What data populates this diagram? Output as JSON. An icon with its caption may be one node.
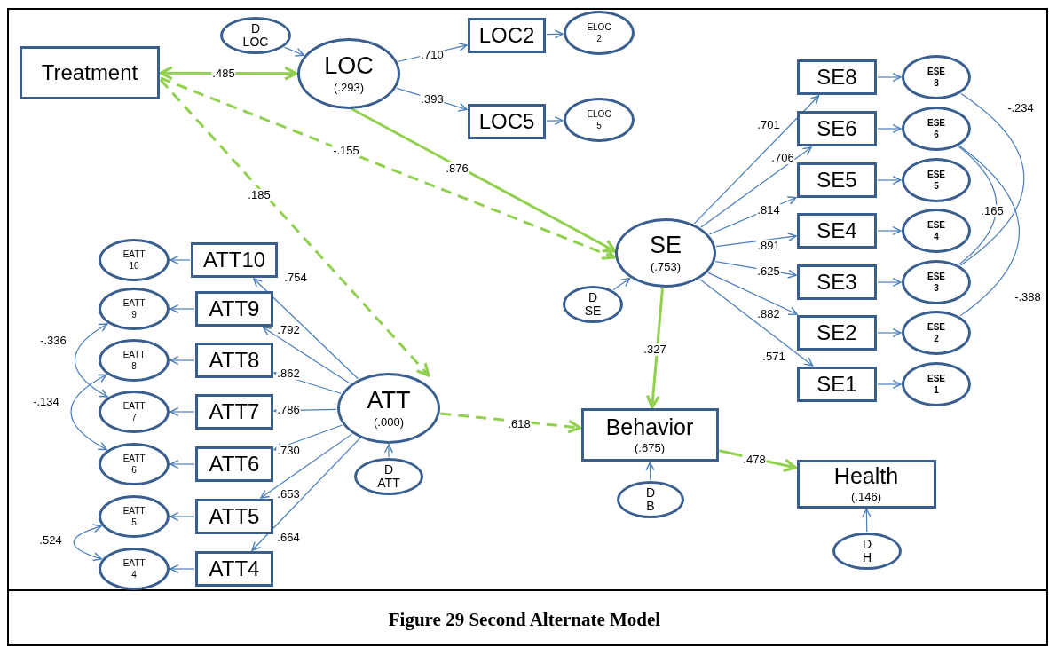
{
  "diagram": {
    "caption": "Figure 29 Second Alternate Model",
    "nodes": [
      {
        "text": [
          "D LOC"
        ]
      },
      {
        "text": [
          "Treatment"
        ]
      },
      {
        "text": [
          "LOC",
          "(.293)"
        ]
      },
      {
        "text": [
          "LOC2"
        ]
      },
      {
        "text": [
          "ELOC 2"
        ]
      },
      {
        "text": [
          "LOC5"
        ]
      },
      {
        "text": [
          "ELOC 5"
        ]
      },
      {
        "text": [
          "SE8"
        ]
      },
      {
        "text": [
          "ESE 8"
        ]
      },
      {
        "text": [
          "SE6"
        ]
      },
      {
        "text": [
          "ESE 6"
        ]
      },
      {
        "text": [
          "SE5"
        ]
      },
      {
        "text": [
          "ESE 5"
        ]
      },
      {
        "text": [
          "SE4"
        ]
      },
      {
        "text": [
          "ESE 4"
        ]
      },
      {
        "text": [
          "SE3"
        ]
      },
      {
        "text": [
          "ESE 3"
        ]
      },
      {
        "text": [
          "SE2"
        ]
      },
      {
        "text": [
          "ESE 2"
        ]
      },
      {
        "text": [
          "SE1"
        ]
      },
      {
        "text": [
          "ESE 1"
        ]
      },
      {
        "text": [
          "SE",
          "(.753)"
        ]
      },
      {
        "text": [
          "D SE"
        ]
      },
      {
        "text": [
          "EATT 10"
        ]
      },
      {
        "text": [
          "ATT10"
        ]
      },
      {
        "text": [
          "EATT 9"
        ]
      },
      {
        "text": [
          "ATT9"
        ]
      },
      {
        "text": [
          "EATT 8"
        ]
      },
      {
        "text": [
          "ATT8"
        ]
      },
      {
        "text": [
          "EATT 7"
        ]
      },
      {
        "text": [
          "ATT7"
        ]
      },
      {
        "text": [
          "EATT 6"
        ]
      },
      {
        "text": [
          "ATT6"
        ]
      },
      {
        "text": [
          "EATT 5"
        ]
      },
      {
        "text": [
          "ATT5"
        ]
      },
      {
        "text": [
          "EATT 4"
        ]
      },
      {
        "text": [
          "ATT4"
        ]
      },
      {
        "text": [
          "ATT",
          "(.000)"
        ]
      },
      {
        "text": [
          "D ATT"
        ]
      },
      {
        "text": [
          "Behavior",
          "(.675)"
        ]
      },
      {
        "text": [
          "D B"
        ]
      },
      {
        "text": [
          "Health",
          "(.146)"
        ]
      },
      {
        "text": [
          "D H"
        ]
      }
    ],
    "edges": [
      {
        "from": 1,
        "to": 2,
        "arrow": "both",
        "label": ".485",
        "style": "thick",
        "color": "#92d050"
      },
      {
        "from": 0,
        "to": 2,
        "arrow": "to"
      },
      {
        "from": 2,
        "to": 3,
        "arrow": "to",
        "label": ".710"
      },
      {
        "from": 2,
        "to": 5,
        "arrow": "to",
        "label": ".393"
      },
      {
        "from": 3,
        "to": 4,
        "arrow": "to"
      },
      {
        "from": 5,
        "to": 6,
        "arrow": "to"
      },
      {
        "from": 1,
        "to": 21,
        "arrow": "to",
        "label": "-.155",
        "style": "dashed",
        "color": "#92d050"
      },
      {
        "from": 2,
        "to": 21,
        "arrow": "to",
        "label": ".876",
        "style": "thick",
        "color": "#92d050"
      },
      {
        "from": 1,
        "to": 37,
        "arrow": "to",
        "label": ".185",
        "style": "dashed",
        "color": "#92d050"
      },
      {
        "from": 21,
        "to": 7,
        "arrow": "to",
        "label": ".701"
      },
      {
        "from": 21,
        "to": 9,
        "arrow": "to",
        "label": ".706"
      },
      {
        "from": 21,
        "to": 11,
        "arrow": "to",
        "label": ".814"
      },
      {
        "from": 21,
        "to": 13,
        "arrow": "to",
        "label": ".891"
      },
      {
        "from": 21,
        "to": 15,
        "arrow": "to",
        "label": ".625"
      },
      {
        "from": 21,
        "to": 17,
        "arrow": "to",
        "label": ".882"
      },
      {
        "from": 21,
        "to": 19,
        "arrow": "to",
        "label": ".571"
      },
      {
        "from": 7,
        "to": 8,
        "arrow": "to"
      },
      {
        "from": 9,
        "to": 10,
        "arrow": "to"
      },
      {
        "from": 11,
        "to": 12,
        "arrow": "to"
      },
      {
        "from": 13,
        "to": 14,
        "arrow": "to"
      },
      {
        "from": 15,
        "to": 16,
        "arrow": "to"
      },
      {
        "from": 17,
        "to": 18,
        "arrow": "to"
      },
      {
        "from": 19,
        "to": 20,
        "arrow": "to"
      },
      {
        "from": 8,
        "to": 16,
        "arrow": "none",
        "label": "-.234"
      },
      {
        "from": 10,
        "to": 16,
        "arrow": "none",
        "label": ".165"
      },
      {
        "from": 10,
        "to": 18,
        "arrow": "none",
        "label": "-.388"
      },
      {
        "from": 22,
        "to": 21,
        "arrow": "to"
      },
      {
        "from": 37,
        "to": 24,
        "arrow": "to",
        "label": ".754"
      },
      {
        "from": 37,
        "to": 26,
        "arrow": "to",
        "label": ".792"
      },
      {
        "from": 37,
        "to": 28,
        "arrow": "to",
        "label": ".862"
      },
      {
        "from": 37,
        "to": 30,
        "arrow": "to",
        "label": ".786"
      },
      {
        "from": 37,
        "to": 32,
        "arrow": "to",
        "label": ".730"
      },
      {
        "from": 37,
        "to": 34,
        "arrow": "to",
        "label": ".653"
      },
      {
        "from": 37,
        "to": 36,
        "arrow": "to",
        "label": ".664"
      },
      {
        "from": 24,
        "to": 23,
        "arrow": "to"
      },
      {
        "from": 26,
        "to": 25,
        "arrow": "to"
      },
      {
        "from": 28,
        "to": 27,
        "arrow": "to"
      },
      {
        "from": 30,
        "to": 29,
        "arrow": "to"
      },
      {
        "from": 32,
        "to": 31,
        "arrow": "to"
      },
      {
        "from": 34,
        "to": 33,
        "arrow": "to"
      },
      {
        "from": 36,
        "to": 35,
        "arrow": "to"
      },
      {
        "from": 25,
        "to": 29,
        "arrow": "both",
        "label": "-.336"
      },
      {
        "from": 27,
        "to": 31,
        "arrow": "both",
        "label": "-.134"
      },
      {
        "from": 33,
        "to": 35,
        "arrow": "both",
        "label": ".524"
      },
      {
        "from": 38,
        "to": 37,
        "arrow": "to"
      },
      {
        "from": 21,
        "to": 39,
        "arrow": "to",
        "label": ".327",
        "style": "thick",
        "color": "#92d050"
      },
      {
        "from": 37,
        "to": 39,
        "arrow": "to",
        "label": ".618",
        "style": "dashed",
        "color": "#92d050"
      },
      {
        "from": 39,
        "to": 41,
        "arrow": "to",
        "label": ".478",
        "style": "thick",
        "color": "#92d050"
      },
      {
        "from": 40,
        "to": 39,
        "arrow": "to"
      },
      {
        "from": 42,
        "to": 41,
        "arrow": "to"
      }
    ]
  }
}
